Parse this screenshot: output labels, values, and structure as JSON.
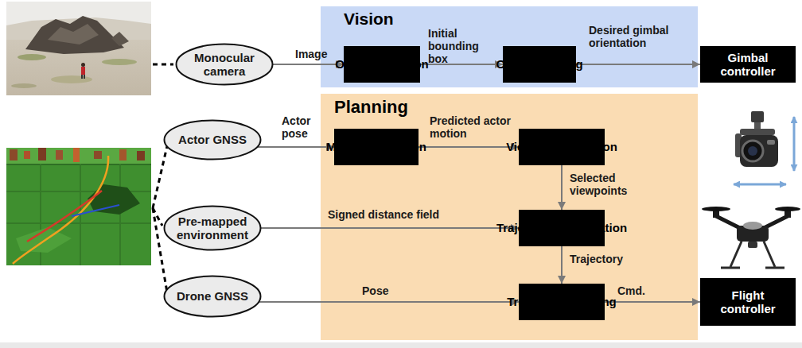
{
  "diagram": {
    "nodes": [
      {
        "text": [
          "Monocular camera"
        ]
      },
      {
        "text": [
          "Vision"
        ]
      },
      {
        "text": [
          "Object detection"
        ],
        "in": 1
      },
      {
        "text": [
          "Object tracking"
        ],
        "in": 1
      },
      {
        "text": [
          "Gimbal controller"
        ]
      },
      {
        "text": [
          "Planning"
        ]
      },
      {
        "text": [
          "Actor GNSS"
        ]
      },
      {
        "text": [
          "Motion prediction"
        ],
        "in": 5
      },
      {
        "text": [
          "Viewpoint selection"
        ],
        "in": 5
      },
      {
        "text": [
          "Pre-mapped environment"
        ]
      },
      {
        "text": [
          "Trajectory optimization"
        ],
        "in": 5
      },
      {
        "text": [
          "Drone GNSS"
        ]
      },
      {
        "text": [
          "Trajectory Tracking"
        ],
        "in": 5
      },
      {
        "text": [
          "Flight controller"
        ]
      }
    ],
    "edges": [
      {
        "from": 0,
        "to": 2,
        "label": "Image",
        "arrow": "to"
      },
      {
        "from": 2,
        "to": 3,
        "label": "Initial bounding box",
        "arrow": "to"
      },
      {
        "from": 3,
        "to": 4,
        "label": "Desired gimbal orientation",
        "arrow": "to"
      },
      {
        "from": 6,
        "to": 7,
        "label": "Actor pose",
        "arrow": "to"
      },
      {
        "from": 7,
        "to": 8,
        "label": "Predicted actor motion",
        "arrow": "to"
      },
      {
        "from": 8,
        "to": 10,
        "label": "Selected viewpoints",
        "arrow": "to"
      },
      {
        "from": 9,
        "to": 10,
        "label": "Signed distance field",
        "arrow": "to"
      },
      {
        "from": 10,
        "to": 12,
        "label": "Trajectory",
        "arrow": "to"
      },
      {
        "from": 11,
        "to": 12,
        "label": "Pose",
        "arrow": "to"
      },
      {
        "from": 12,
        "to": 13,
        "label": "Cmd.",
        "arrow": "to"
      }
    ]
  }
}
